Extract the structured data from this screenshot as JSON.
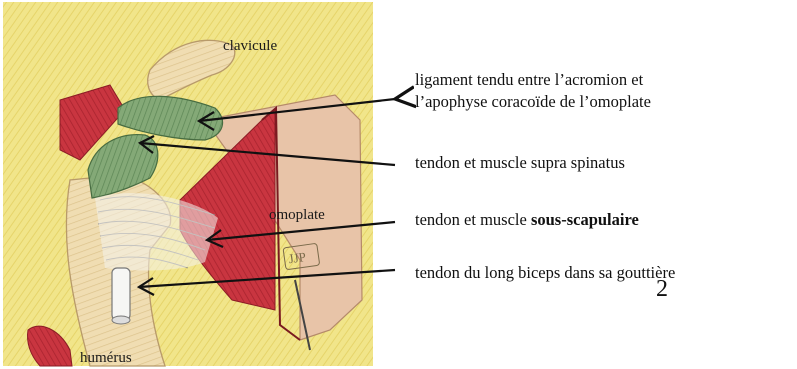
{
  "illustration": {
    "labels": {
      "clavicle": "clavicule",
      "scapula": "omoplate",
      "humerus": "humérus"
    },
    "signature": "JJP"
  },
  "captions": [
    {
      "id": "ligament",
      "lines": [
        "ligament tendu entre l’acromion et",
        "l’apophyse coracoïde de l’omoplate"
      ]
    },
    {
      "id": "supraspinatus",
      "text": "tendon et muscle supra spinatus"
    },
    {
      "id": "subscapularis",
      "prefix": "tendon et muscle ",
      "bold": "sous-scapulaire"
    },
    {
      "id": "biceps",
      "text": "tendon du long biceps dans sa gouttière"
    }
  ],
  "page_number": "2",
  "colors": {
    "background_paper": "#f3ea9a",
    "muscle_red": "#c4313a",
    "bone": "#efdcae",
    "ligament_green": "#7fa46f",
    "tendon_white": "#f2f0ea",
    "arrow": "#111111"
  }
}
